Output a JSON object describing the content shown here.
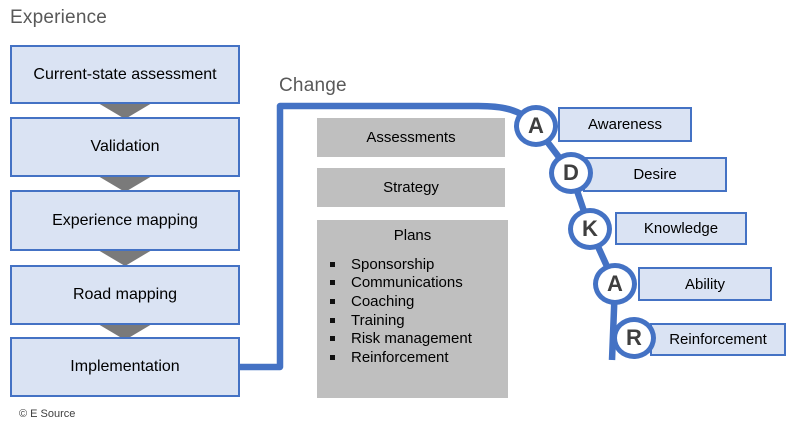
{
  "diagram": {
    "experience": {
      "title": "Experience",
      "steps": [
        "Current-state assessment",
        "Validation",
        "Experience mapping",
        "Road mapping",
        "Implementation"
      ]
    },
    "change": {
      "title": "Change",
      "stages": [
        "Assessments",
        "Strategy"
      ],
      "plans": {
        "title": "Plans",
        "items": [
          "Sponsorship",
          "Communications",
          "Coaching",
          "Training",
          "Risk management",
          "Reinforcement"
        ]
      }
    },
    "adkar": [
      {
        "letter": "A",
        "label": "Awareness"
      },
      {
        "letter": "D",
        "label": "Desire"
      },
      {
        "letter": "K",
        "label": "Knowledge"
      },
      {
        "letter": "A",
        "label": "Ability"
      },
      {
        "letter": "R",
        "label": "Reinforcement"
      }
    ],
    "footer": "© E Source"
  },
  "icons": {
    "down_arrow": "triangle-down",
    "bullet": "small-square"
  },
  "colors": {
    "accent_blue": "#4472c4",
    "light_blue_fill": "#dae3f3",
    "gray_fill": "#bfbfbf",
    "arrow_gray": "#7a7a7a",
    "title_gray": "#595959"
  }
}
